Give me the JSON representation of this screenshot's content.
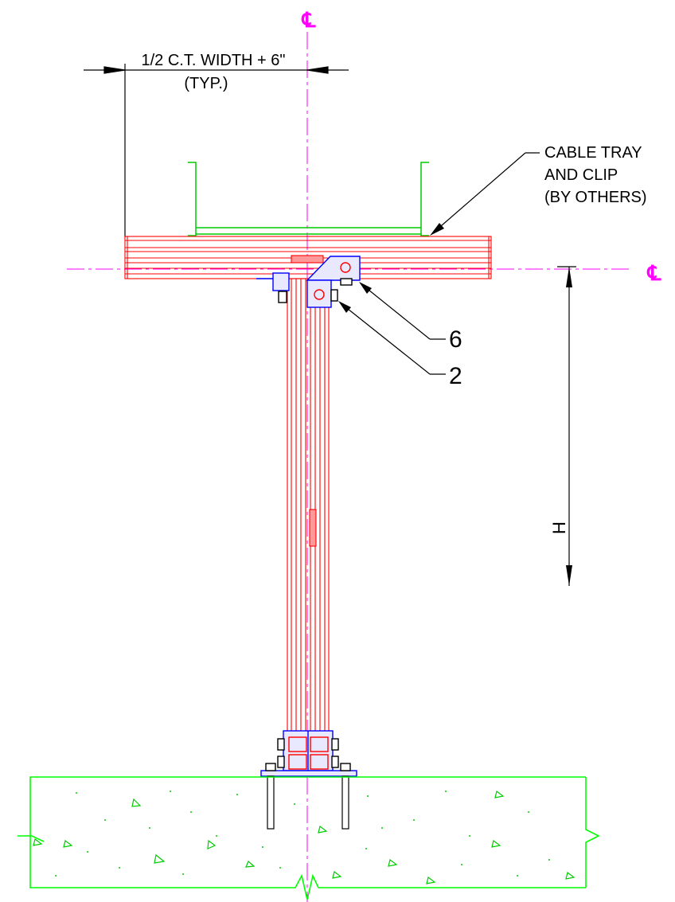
{
  "labels": {
    "centerline_top": "℄",
    "centerline_right": "℄",
    "width_dim_line1": "1/2 C.T. WIDTH + 6\"",
    "width_dim_line2": "(TYP.)",
    "cable_tray_line1": "CABLE TRAY",
    "cable_tray_line2": "AND CLIP",
    "cable_tray_line3": "(BY OTHERS)",
    "callout_6": "6",
    "callout_2": "2",
    "height_dim": "H"
  },
  "colors": {
    "channel": "#ff0000",
    "bracket": "#0000ff",
    "tray": "#00cc00",
    "concrete": "#00ff00",
    "centerline": "#ff00ff",
    "dimension": "#000000"
  }
}
